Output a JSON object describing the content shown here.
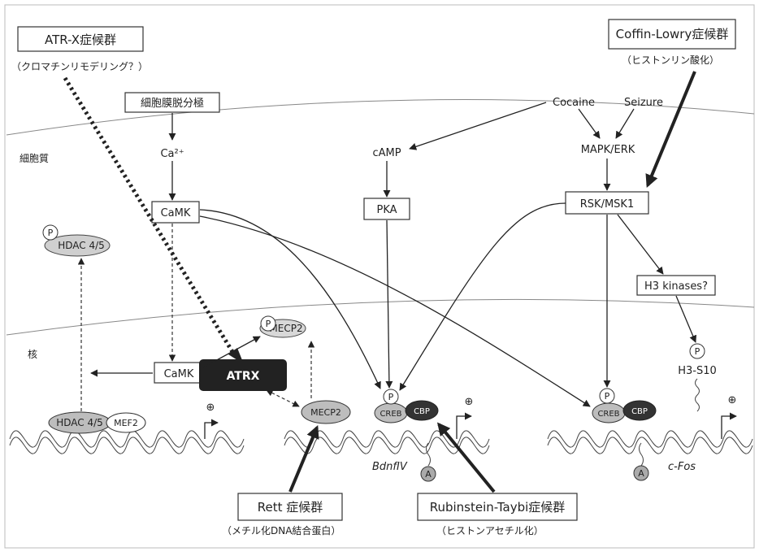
{
  "regions": {
    "cytoplasm": "細胞質",
    "nucleus": "核"
  },
  "diseases": {
    "atrx_syndrome": {
      "title": "ATR-X症候群",
      "subtitle": "（クロマチンリモデリング？）"
    },
    "coffin_lowry": {
      "title": "Coffin-Lowry症候群",
      "subtitle": "（ヒストンリン酸化）"
    },
    "rett": {
      "title": "Rett 症候群",
      "subtitle": "（メチル化DNA結合蛋白）"
    },
    "rubinstein_taybi": {
      "title": "Rubinstein-Taybi症候群",
      "subtitle": "（ヒストンアセチル化）"
    }
  },
  "nodes": {
    "depolarization": "細胞膜脱分極",
    "calcium": "Ca²⁺",
    "camk_cyto": "CaMK",
    "camk_nuc": "CaMK",
    "atrx": "ATRX",
    "cocaine": "Cocaine",
    "seizure": "Seizure",
    "camp": "cAMP",
    "pka": "PKA",
    "mapk_erk": "MAPK/ERK",
    "rsk_msk1": "RSK/MSK1",
    "h3_kinases": "H3 kinases?",
    "hdac_p": "HDAC 4/5",
    "hdac_dna": "HDAC 4/5",
    "mef2": "MEF2",
    "mecp2_p": "MECP2",
    "mecp2_dna": "MECP2",
    "creb1": "CREB",
    "cbp1": "CBP",
    "creb2": "CREB",
    "cbp2": "CBP",
    "h3s10": "H3-S10"
  },
  "marks": {
    "phospho": "P",
    "acetyl": "A",
    "plus": "⊕"
  },
  "genes": {
    "bdnf": "BdnfIV",
    "cfos": "c-Fos"
  }
}
